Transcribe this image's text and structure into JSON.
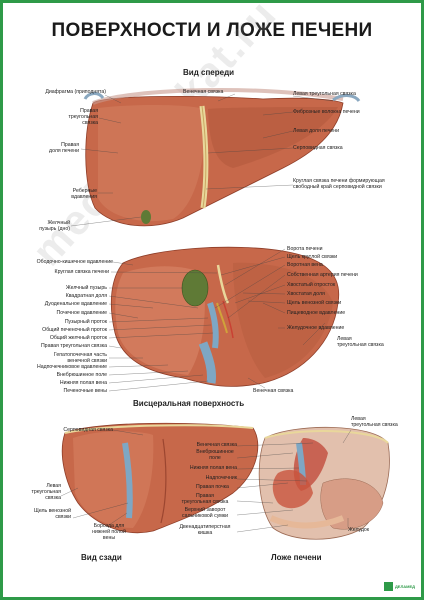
{
  "poster": {
    "title": "ПОВЕРХНОСТИ И ЛОЖЕ ПЕЧЕНИ",
    "watermark": "meditsinskat.ru",
    "logo_text": "ДЕЛАМЕД"
  },
  "views": {
    "front": "Вид спереди",
    "visceral": "Висцеральная поверхность",
    "back": "Вид сзади",
    "bed": "Ложе печени"
  },
  "front_labels": {
    "diaphragm": "Диафрагма (приподнята)",
    "coronary": "Венечная связка",
    "left_triangular": "Левая треугольная связка",
    "right_triangular": "Правая\nтреугольная\nсвязка",
    "fibrous_appendix": "Фиброзные волокна печени",
    "right_lobe": "Правая\nдоля печени",
    "left_lobe": "Левая доля печени",
    "falciform": "Серповидная связка",
    "costal": "Реберные\nвдавления",
    "round_lig": "Круглая связка печени формирующая\nсвободный край серповидной связки",
    "gallbladder": "Желчный\nпузырь (дно)"
  },
  "visceral_labels_left": {
    "colic": "Ободочно-кишечное вдавление",
    "round": "Круглая связка печени",
    "gb": "Желчный пузырь",
    "quadrate": "Квадратная доля",
    "duodenal": "Дуоденальное вдавление",
    "renal": "Почечное вдавление",
    "cystic": "Пузырный проток",
    "common_hepatic": "Общий печеночный проток",
    "common_bile": "Общий желчный проток",
    "right_tri": "Правая треугольная связка",
    "hepatic_portion": "Гепатопочечная часть\nвенечной связки",
    "suprarenal": "Надпочечниковое вдавление",
    "bare": "Внебрюшинное поле",
    "ivc": "Нижняя полая вена",
    "hepatic_veins": "Печеночные вены"
  },
  "visceral_labels_right": {
    "porta": "Ворота печени",
    "fissure_round": "Щель круглой связки",
    "portal_vein": "Воротная вена",
    "hepatic_artery": "Собственная артерия печени",
    "caudate_proc": "Хвостатый отросток",
    "caudate": "Хвостатая доля",
    "venosum": "Щель венозной связки",
    "esophageal": "Пищеводное вдавление",
    "gastric": "Желудочное вдавление",
    "left_tri": "Левая\nтреугольная связка",
    "coronary": "Венечная связка"
  },
  "back_labels": {
    "falciform": "Серповидная связка",
    "left_tri": "Левая\nтреугольная\nсвязка",
    "venosum": "Щель венозной\nсвязки",
    "groove": "Борозда для\nнижней полой\nвены"
  },
  "bed_labels": {
    "coronary": "Венечная связка",
    "bare": "Внебрюшинное\nполе",
    "ivc": "Нижняя полая вена",
    "suprarenal": "Надпочечник",
    "kidney": "Правая почка",
    "right_tri": "Правая\nтреугольная связка",
    "omental": "Верхний заворот\nсальниковой сумки",
    "duodenum": "Двенадцатиперстная\nкишка",
    "left_tri": "Левая\nтреугольная связка",
    "stomach": "Желудок"
  },
  "colors": {
    "frame": "#2e9a48",
    "liver": "#c7684a",
    "liver_dark": "#9c4630",
    "gallbladder": "#5f7a36",
    "vessel_blue": "#7ea7c4",
    "ligament": "#e9d79b"
  }
}
